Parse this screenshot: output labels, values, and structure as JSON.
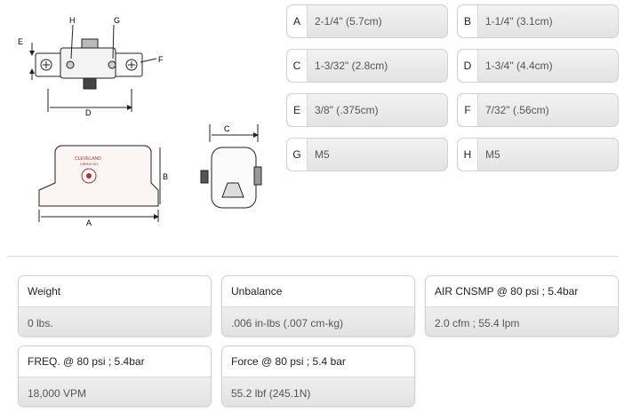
{
  "drawing": {
    "labels": {
      "H": "H",
      "G": "G",
      "E": "E",
      "F": "F",
      "D": "D",
      "C": "C",
      "B": "B",
      "A": "A"
    },
    "logo_text": "CLEVELAND",
    "logo_subtext": "VIBRATOR"
  },
  "dimensions": [
    {
      "letter": "A",
      "value": "2-1/4\" (5.7cm)"
    },
    {
      "letter": "B",
      "value": "1-1/4\" (3.1cm)"
    },
    {
      "letter": "C",
      "value": "1-3/32\" (2.8cm)"
    },
    {
      "letter": "D",
      "value": "1-3/4\" (4.4cm)"
    },
    {
      "letter": "E",
      "value": "3/8\" (.375cm)"
    },
    {
      "letter": "F",
      "value": "7/32\" (.56cm)"
    },
    {
      "letter": "G",
      "value": "M5"
    },
    {
      "letter": "H",
      "value": "M5"
    }
  ],
  "specs": [
    {
      "title": "Weight",
      "value": "0 lbs."
    },
    {
      "title": "Unbalance",
      "value": ".006 in-lbs (.007 cm-kg)"
    },
    {
      "title": "AIR CNSMP @ 80 psi ; 5.4bar",
      "value": "2.0 cfm ; 55.4 lpm"
    },
    {
      "title": "FREQ. @ 80 psi ; 5.4bar",
      "value": "18,000 VPM"
    },
    {
      "title": "Force @ 80 psi ; 5.4 bar",
      "value": "55.2 lbf  (245.1N)"
    }
  ]
}
